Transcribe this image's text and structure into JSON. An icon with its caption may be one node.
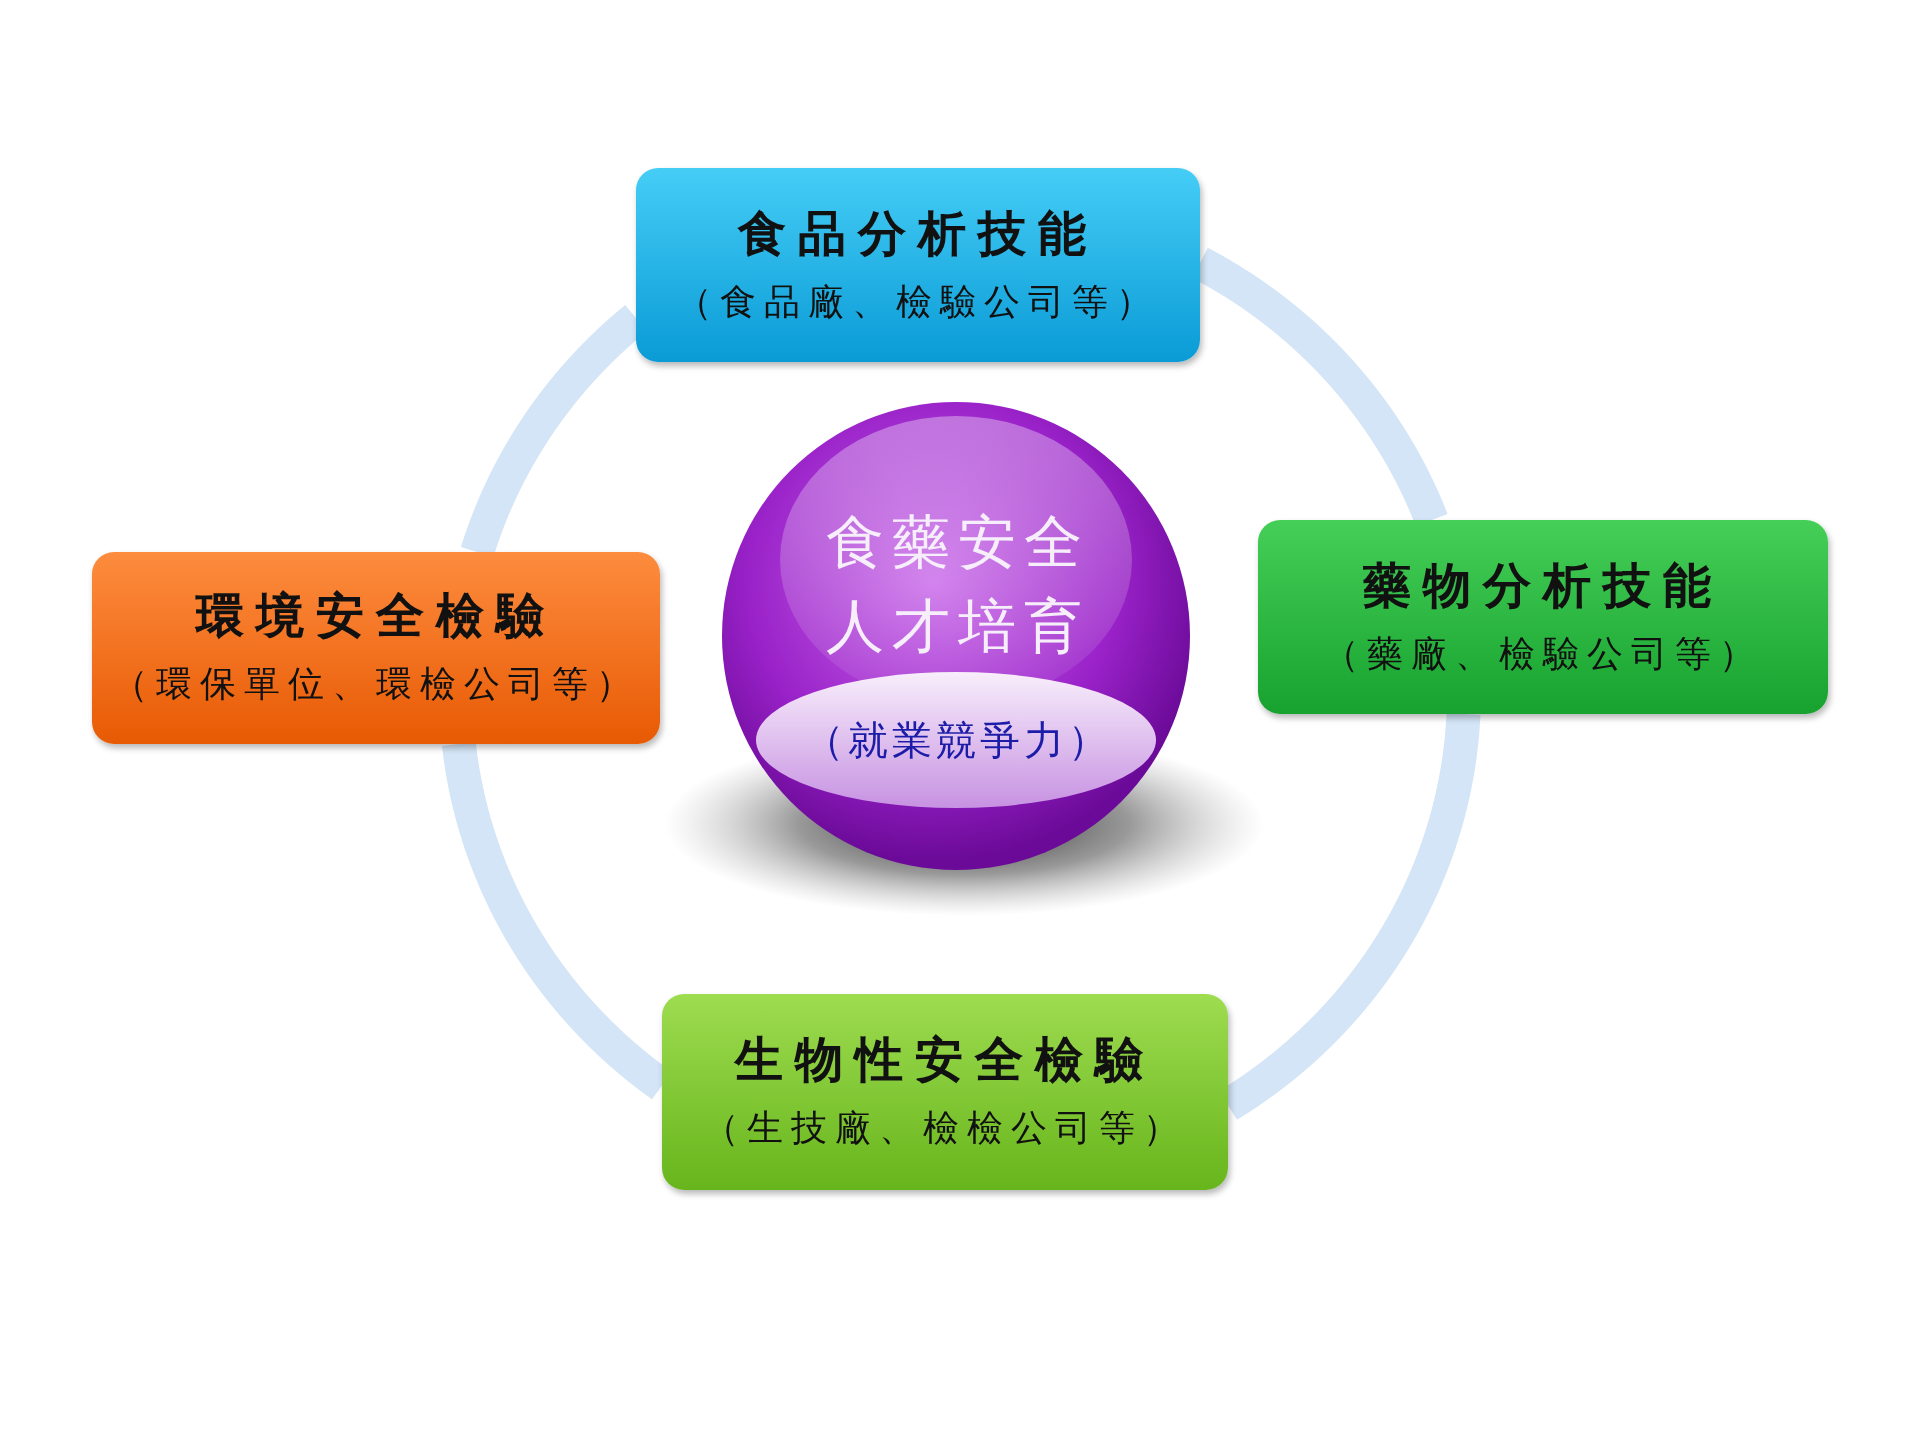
{
  "diagram": {
    "nodes": [
      {
        "text": [
          "食品分析技能",
          "（食品廠、檢驗公司等）"
        ]
      },
      {
        "text": [
          "環境安全檢驗",
          "（環保單位、環檢公司等）"
        ]
      },
      {
        "text": [
          "食藥安全人才培育",
          "（就業競爭力）"
        ]
      },
      {
        "text": [
          "藥物分析技能",
          "（藥廠、檢驗公司等）"
        ]
      },
      {
        "text": [
          "生物性安全檢驗",
          "（生技廠、檢檢公司等）"
        ]
      }
    ],
    "edges": [
      {
        "from": 0,
        "to": 3,
        "arrow": "none"
      },
      {
        "from": 3,
        "to": 4,
        "arrow": "none"
      },
      {
        "from": 4,
        "to": 1,
        "arrow": "none"
      },
      {
        "from": 1,
        "to": 0,
        "arrow": "none"
      }
    ]
  }
}
